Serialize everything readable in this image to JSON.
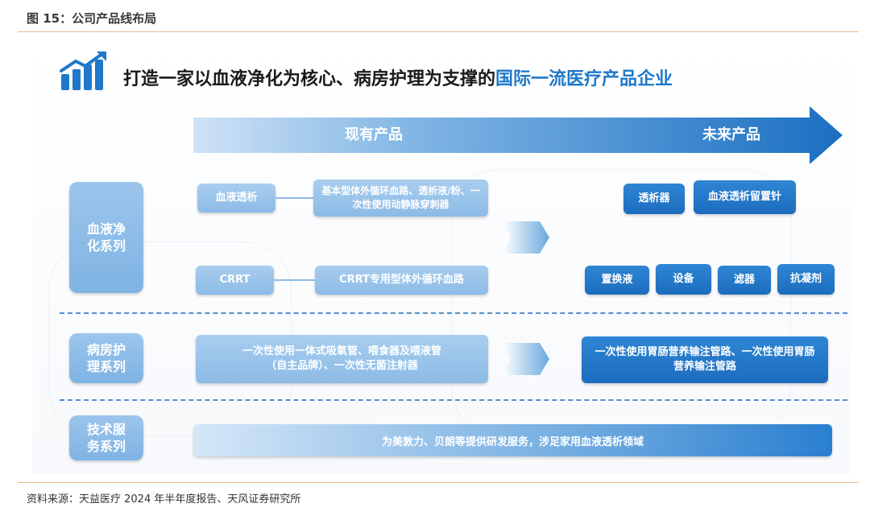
{
  "figure_title": "图 15：公司产品线布局",
  "source": "资料来源：天益医疗 2024 年半年度报告、天风证券研究所",
  "headline": {
    "main": "打造一家以血液净化为核心、病房护理为支撑的",
    "highlight": "国际一流医疗产品企业"
  },
  "arrow": {
    "current": "现有产品",
    "future": "未来产品"
  },
  "rows": {
    "blood": {
      "label": "血液净化系列",
      "item1": "血液透析",
      "item1_detail": "基本型体外循环血路、透析液/粉、一次性使用动静脉穿刺器",
      "item2": "CRRT",
      "item2_detail": "CRRT专用型体外循环血路",
      "future1": [
        "透析器",
        "血液透析留置针"
      ],
      "future2": [
        "置换液",
        "设备",
        "滤器",
        "抗凝剂"
      ]
    },
    "ward": {
      "label": "病房护理系列",
      "current": "一次性使用一体式吸氧管、喂食器及喂液管（自主品牌）、一次性无菌注射器",
      "future": "一次性使用胃肠营养输注管路、一次性使用胃肠营养输注管路"
    },
    "tech": {
      "label": "技术服务系列",
      "content": "为美敦力、贝朗等提供研发服务，涉足家用血液透析领域"
    }
  },
  "colors": {
    "accent": "#1f78c8",
    "light_box": "#8cbbe6",
    "dark_box": "#1c6cbe",
    "rule": "#e8b98a"
  }
}
